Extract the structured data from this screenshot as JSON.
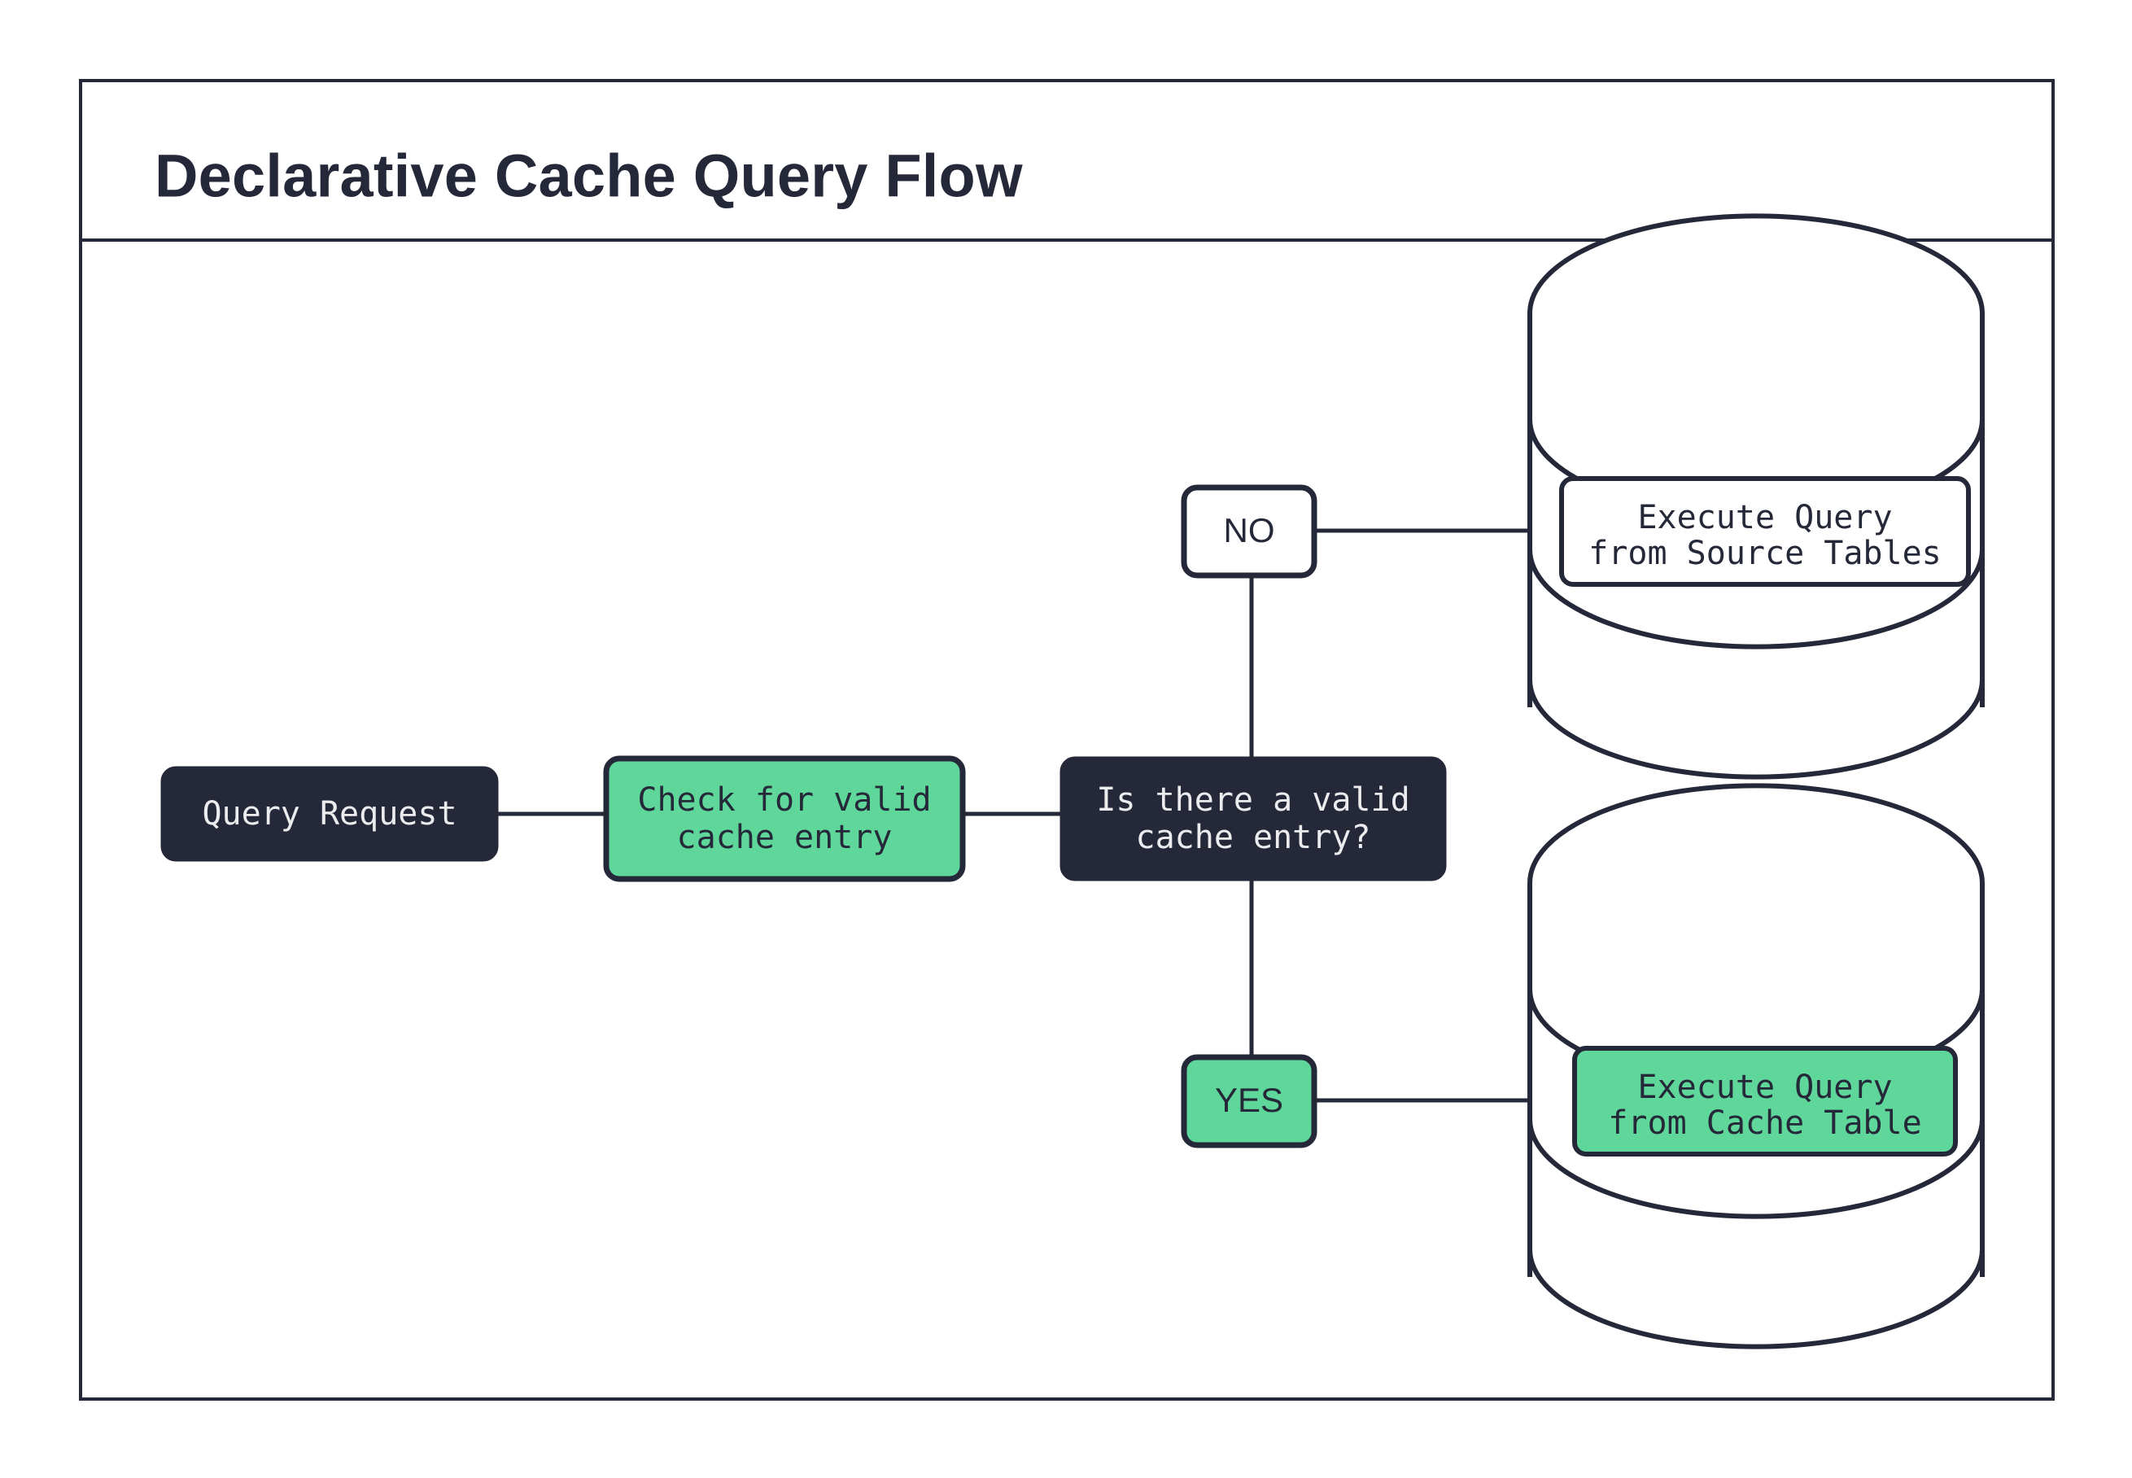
{
  "header": {
    "title": "Declarative Cache Query Flow"
  },
  "colors": {
    "dark": "#252838",
    "green": "#5FD79B",
    "white": "#FFFFFF",
    "text_light": "#ECECEE"
  },
  "diagram": {
    "type": "flowchart",
    "nodes": [
      {
        "id": "query-request",
        "label": "Query Request",
        "shape": "rounded-rect",
        "style": "dark-fill-light-text"
      },
      {
        "id": "check-cache",
        "label_line1": "Check for valid",
        "label_line2": "cache entry",
        "shape": "rounded-rect",
        "style": "green-fill-dark-text"
      },
      {
        "id": "decision",
        "label_line1": "Is there a valid",
        "label_line2": "cache entry?",
        "shape": "rounded-rect",
        "style": "dark-fill-light-text"
      },
      {
        "id": "branch-no",
        "label": "NO",
        "shape": "rounded-rect",
        "style": "white-fill-dark-text"
      },
      {
        "id": "branch-yes",
        "label": "YES",
        "shape": "rounded-rect",
        "style": "green-fill-dark-text"
      },
      {
        "id": "source-db",
        "label_line1": "Execute Query",
        "label_line2": "from Source Tables",
        "shape": "database-cylinder",
        "style": "white-label-on-cylinder"
      },
      {
        "id": "cache-db",
        "label_line1": "Execute Query",
        "label_line2": "from Cache Table",
        "shape": "database-cylinder",
        "style": "green-label-on-cylinder"
      }
    ],
    "edges": [
      {
        "from": "query-request",
        "to": "check-cache"
      },
      {
        "from": "check-cache",
        "to": "decision"
      },
      {
        "from": "decision",
        "to": "branch-no"
      },
      {
        "from": "branch-no",
        "to": "source-db"
      },
      {
        "from": "decision",
        "to": "branch-yes"
      },
      {
        "from": "branch-yes",
        "to": "cache-db"
      }
    ]
  }
}
